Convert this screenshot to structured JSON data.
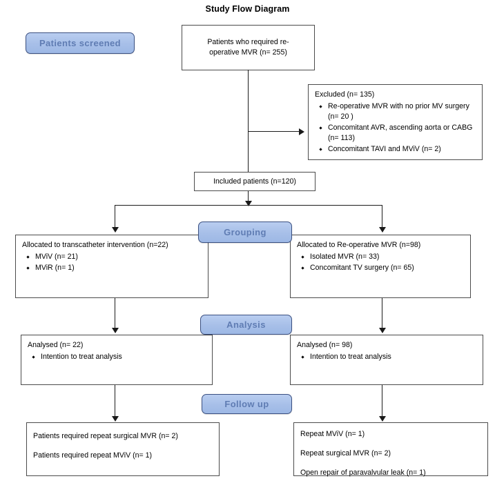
{
  "diagram": {
    "title": "Study Flow Diagram",
    "accent_fill": "#a7bfe8",
    "accent_border": "#3a4f80",
    "accent_text": "#5f7cb3",
    "box_border": "#4a4a4a"
  },
  "stages": {
    "screened": "Patients screened",
    "grouping": "Grouping",
    "analysis": "Analysis",
    "followup": "Follow up"
  },
  "nodes": {
    "enrolment": {
      "line1": "Patients who required re-",
      "line2": "operative MVR (n= 255)"
    },
    "excluded": {
      "header": "Excluded (n= 135)",
      "items": [
        "Re-operative MVR with no prior MV surgery (n= 20 )",
        "Concomitant AVR, ascending aorta or CABG (n= 113)",
        "Concomitant TAVI and MViV (n= 2)"
      ]
    },
    "included": {
      "text": "Included patients (n=120)"
    },
    "allocated_left": {
      "header": "Allocated to transcatheter intervention (n=22)",
      "items": [
        "MViV (n= 21)",
        "MViR (n= 1)"
      ]
    },
    "allocated_right": {
      "header": "Allocated to Re-operative MVR (n=98)",
      "items": [
        "Isolated MVR (n= 33)",
        "Concomitant TV surgery (n= 65)"
      ]
    },
    "analysed_left": {
      "header": "Analysed (n= 22)",
      "items": [
        "Intention to treat analysis"
      ]
    },
    "analysed_right": {
      "header": "Analysed (n= 98)",
      "items": [
        "Intention to treat analysis"
      ]
    },
    "followup_left": {
      "lines": [
        "Patients required repeat surgical MVR (n= 2)",
        "Patients required repeat MViV (n= 1)"
      ]
    },
    "followup_right": {
      "lines": [
        "Repeat MViV (n= 1)",
        "Repeat surgical MVR (n= 2)",
        "Open repair of paravalvular leak (n= 1)"
      ]
    }
  }
}
